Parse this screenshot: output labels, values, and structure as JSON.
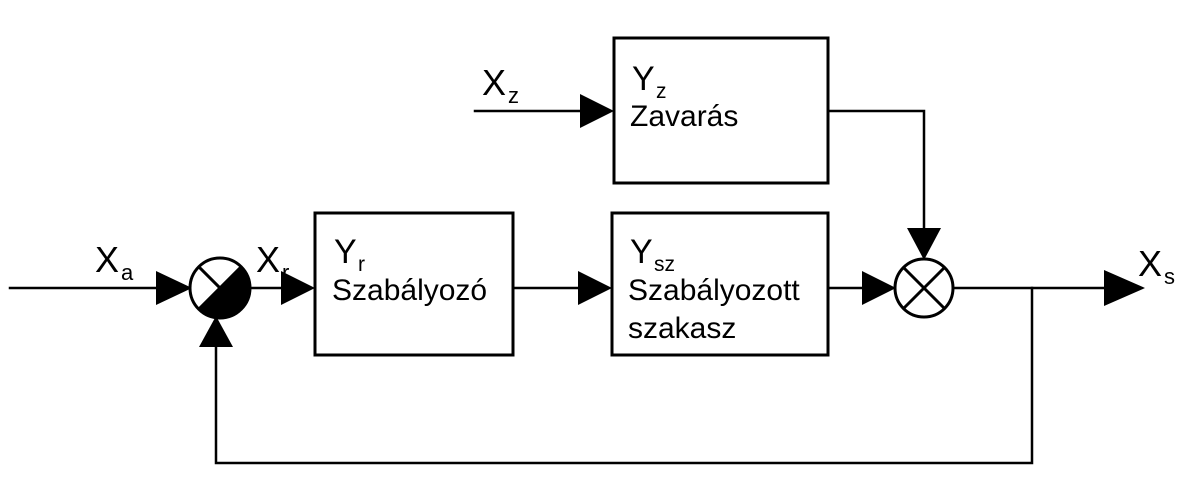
{
  "diagram": {
    "title": "Szabalyozasi kor blokkvazlat",
    "background_color": "#ffffff",
    "line_color": "#000000",
    "blocks": [
      {
        "id": "disturbance",
        "symbol": "Y",
        "symbol_sub": "z",
        "label": "Zavarás",
        "label_line2": ""
      },
      {
        "id": "controller",
        "symbol": "Y",
        "symbol_sub": "r",
        "label": "Szabályozó",
        "label_line2": ""
      },
      {
        "id": "plant",
        "symbol": "Y",
        "symbol_sub": "sz",
        "label": "Szabályozott",
        "label_line2": "szakasz"
      }
    ],
    "signals": [
      {
        "id": "reference",
        "symbol": "X",
        "symbol_sub": "a"
      },
      {
        "id": "error",
        "symbol": "X",
        "symbol_sub": "r"
      },
      {
        "id": "disturbance-input",
        "symbol": "X",
        "symbol_sub": "z"
      },
      {
        "id": "output",
        "symbol": "X",
        "symbol_sub": "s"
      }
    ],
    "junctions": [
      {
        "id": "error-junction",
        "filled_quadrants": "bottom-right"
      },
      {
        "id": "output-junction",
        "filled_quadrants": "none"
      }
    ]
  }
}
